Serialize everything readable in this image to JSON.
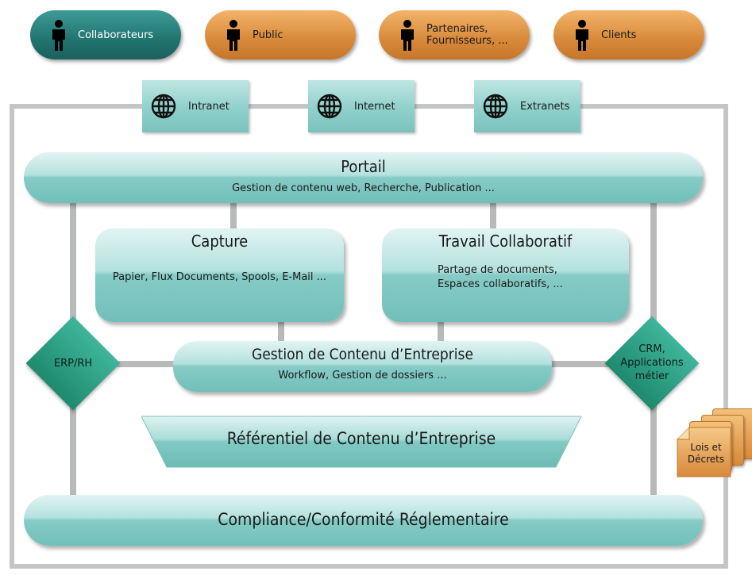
{
  "actors": [
    {
      "label": "Collaborateurs",
      "icon": "person-icon",
      "color": "#217470"
    },
    {
      "label": "Public",
      "icon": "person-icon",
      "color": "#d8893a"
    },
    {
      "label": "Partenaires,\nFournisseurs, ...",
      "icon": "person-icon",
      "color": "#d8893a"
    },
    {
      "label": "Clients",
      "icon": "person-icon",
      "color": "#d8893a"
    }
  ],
  "networks": [
    {
      "label": "Intranet",
      "icon": "globe-icon"
    },
    {
      "label": "Internet",
      "icon": "globe-icon"
    },
    {
      "label": "Extranets",
      "icon": "globe-icon"
    }
  ],
  "portail": {
    "title": "Portail",
    "subtitle": "Gestion de contenu web, Recherche, Publication ..."
  },
  "capture": {
    "title": "Capture",
    "body": "Papier, Flux Documents, Spools, E-Mail ..."
  },
  "travail": {
    "title": "Travail Collaboratif",
    "body": "Partage de documents,\nEspaces collaboratifs, ..."
  },
  "gce": {
    "title": "Gestion de Contenu d’Entreprise",
    "subtitle": "Workflow, Gestion de dossiers ..."
  },
  "erp": {
    "label": "ERP/RH"
  },
  "crm": {
    "label": "CRM,\nApplications\nmétier"
  },
  "referentiel": {
    "title": "Référentiel de Contenu d’Entreprise"
  },
  "compliance": {
    "title": "Compliance/Conformité Réglementaire"
  },
  "lois": {
    "label": "Lois et\nDécrets"
  }
}
